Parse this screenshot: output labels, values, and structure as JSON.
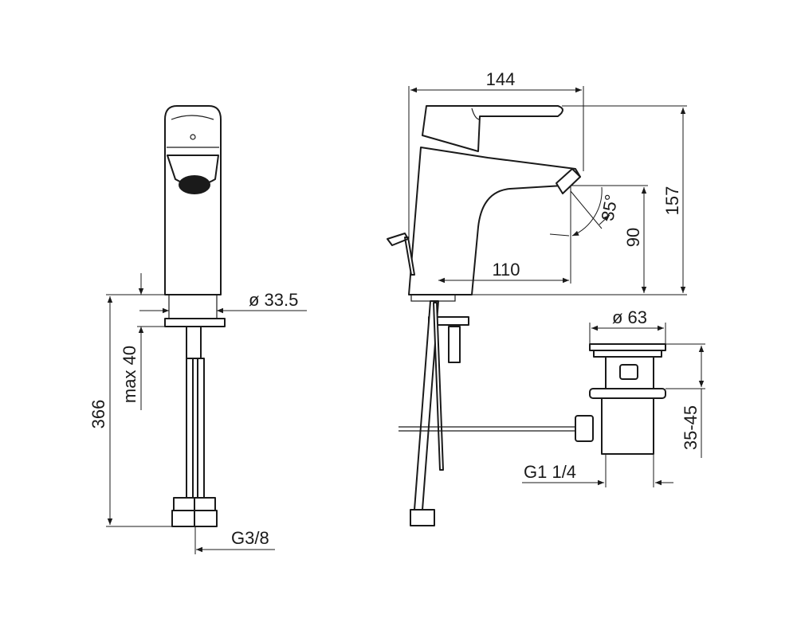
{
  "title": "Basin mixer dimension drawing",
  "colors": {
    "line": "#1a1a1a",
    "background": "#ffffff"
  },
  "front_view": {
    "dim_height_total": "366",
    "dim_max_deck": "max 40",
    "dim_body_diameter": "ø 33.5",
    "dim_connection": "G3/8"
  },
  "side_view": {
    "dim_depth": "144",
    "dim_height": "157",
    "dim_spout_height": "90",
    "dim_spout_reach": "110",
    "dim_spout_angle": "35°"
  },
  "drain_view": {
    "dim_diameter": "ø 63",
    "dim_thickness": "35-45",
    "dim_thread": "G1 1/4"
  }
}
